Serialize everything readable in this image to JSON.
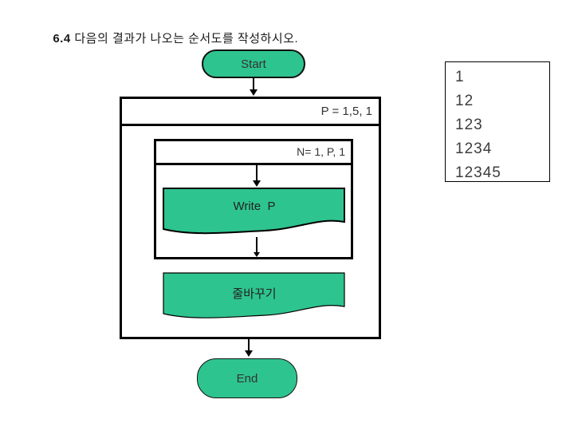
{
  "title": {
    "number": "6.4",
    "text": " 다음의 결과가 나오는 순서도를 작성하시오."
  },
  "colors": {
    "shape_fill": "#2ec48f",
    "outline": "#000000"
  },
  "flowchart": {
    "start": {
      "label": "Start"
    },
    "outer_loop": {
      "label": "P = 1,5, 1"
    },
    "inner_loop": {
      "label": "N= 1, P, 1"
    },
    "write": {
      "label": "Write  P"
    },
    "line_break": {
      "label": "줄바꾸기"
    },
    "end": {
      "label": "End"
    }
  },
  "expected_output": {
    "lines": [
      "1",
      "12",
      "123",
      "1234",
      "12345"
    ]
  }
}
